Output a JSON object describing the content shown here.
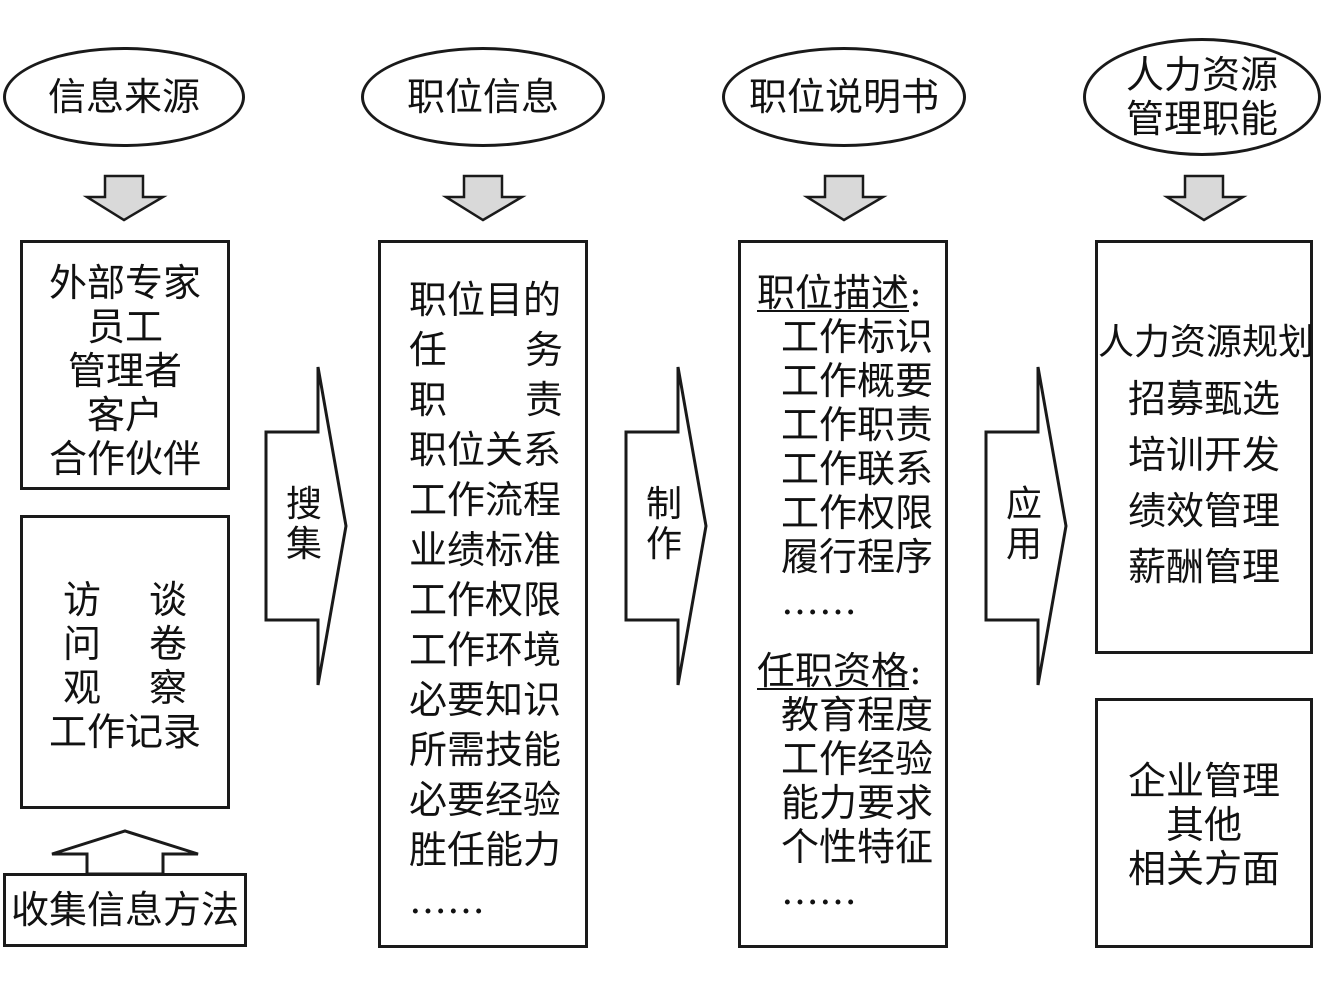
{
  "columns": [
    {
      "header": "信息来源",
      "box1_items": [
        "外部专家",
        "员工",
        "管理者",
        "客户",
        "合作伙伴"
      ],
      "box2_items": [
        {
          "left": "访",
          "right": "谈"
        },
        {
          "left": "问",
          "right": "卷"
        },
        {
          "left": "观",
          "right": "察"
        },
        {
          "full": "工作记录"
        }
      ],
      "method_label": "收集信息方法"
    },
    {
      "header": "职位信息",
      "items": [
        {
          "left": "职位目的"
        },
        {
          "left": "任",
          "right": "务"
        },
        {
          "left": "职",
          "right": "责"
        },
        {
          "left": "职位关系"
        },
        {
          "left": "工作流程"
        },
        {
          "left": "业绩标准"
        },
        {
          "left": "工作权限"
        },
        {
          "left": "工作环境"
        },
        {
          "left": "必要知识"
        },
        {
          "left": "所需技能"
        },
        {
          "left": "必要经验"
        },
        {
          "left": "胜任能力"
        },
        {
          "left": "……"
        }
      ]
    },
    {
      "header": "职位说明书",
      "section1_title": "职位描述",
      "section1_items": [
        "工作标识",
        "工作概要",
        "工作职责",
        "工作联系",
        "工作权限",
        "履行程序",
        "……"
      ],
      "section2_title": "任职资格",
      "section2_items": [
        "教育程度",
        "工作经验",
        "能力要求",
        "个性特征",
        "……"
      ],
      "colon": ":"
    },
    {
      "header_line1": "人力资源",
      "header_line2": "管理职能",
      "box1_items": [
        "人力资源规划",
        "招募甄选",
        "培训开发",
        "绩效管理",
        "薪酬管理"
      ],
      "box2_items": [
        "企业管理",
        "其他",
        "相关方面"
      ]
    }
  ],
  "arrows": [
    {
      "line1": "搜",
      "line2": "集"
    },
    {
      "line1": "制",
      "line2": "作"
    },
    {
      "line1": "应",
      "line2": "用"
    }
  ],
  "colors": {
    "line": "#1a1a1a",
    "arrow_fill": "#d9d9d9"
  }
}
